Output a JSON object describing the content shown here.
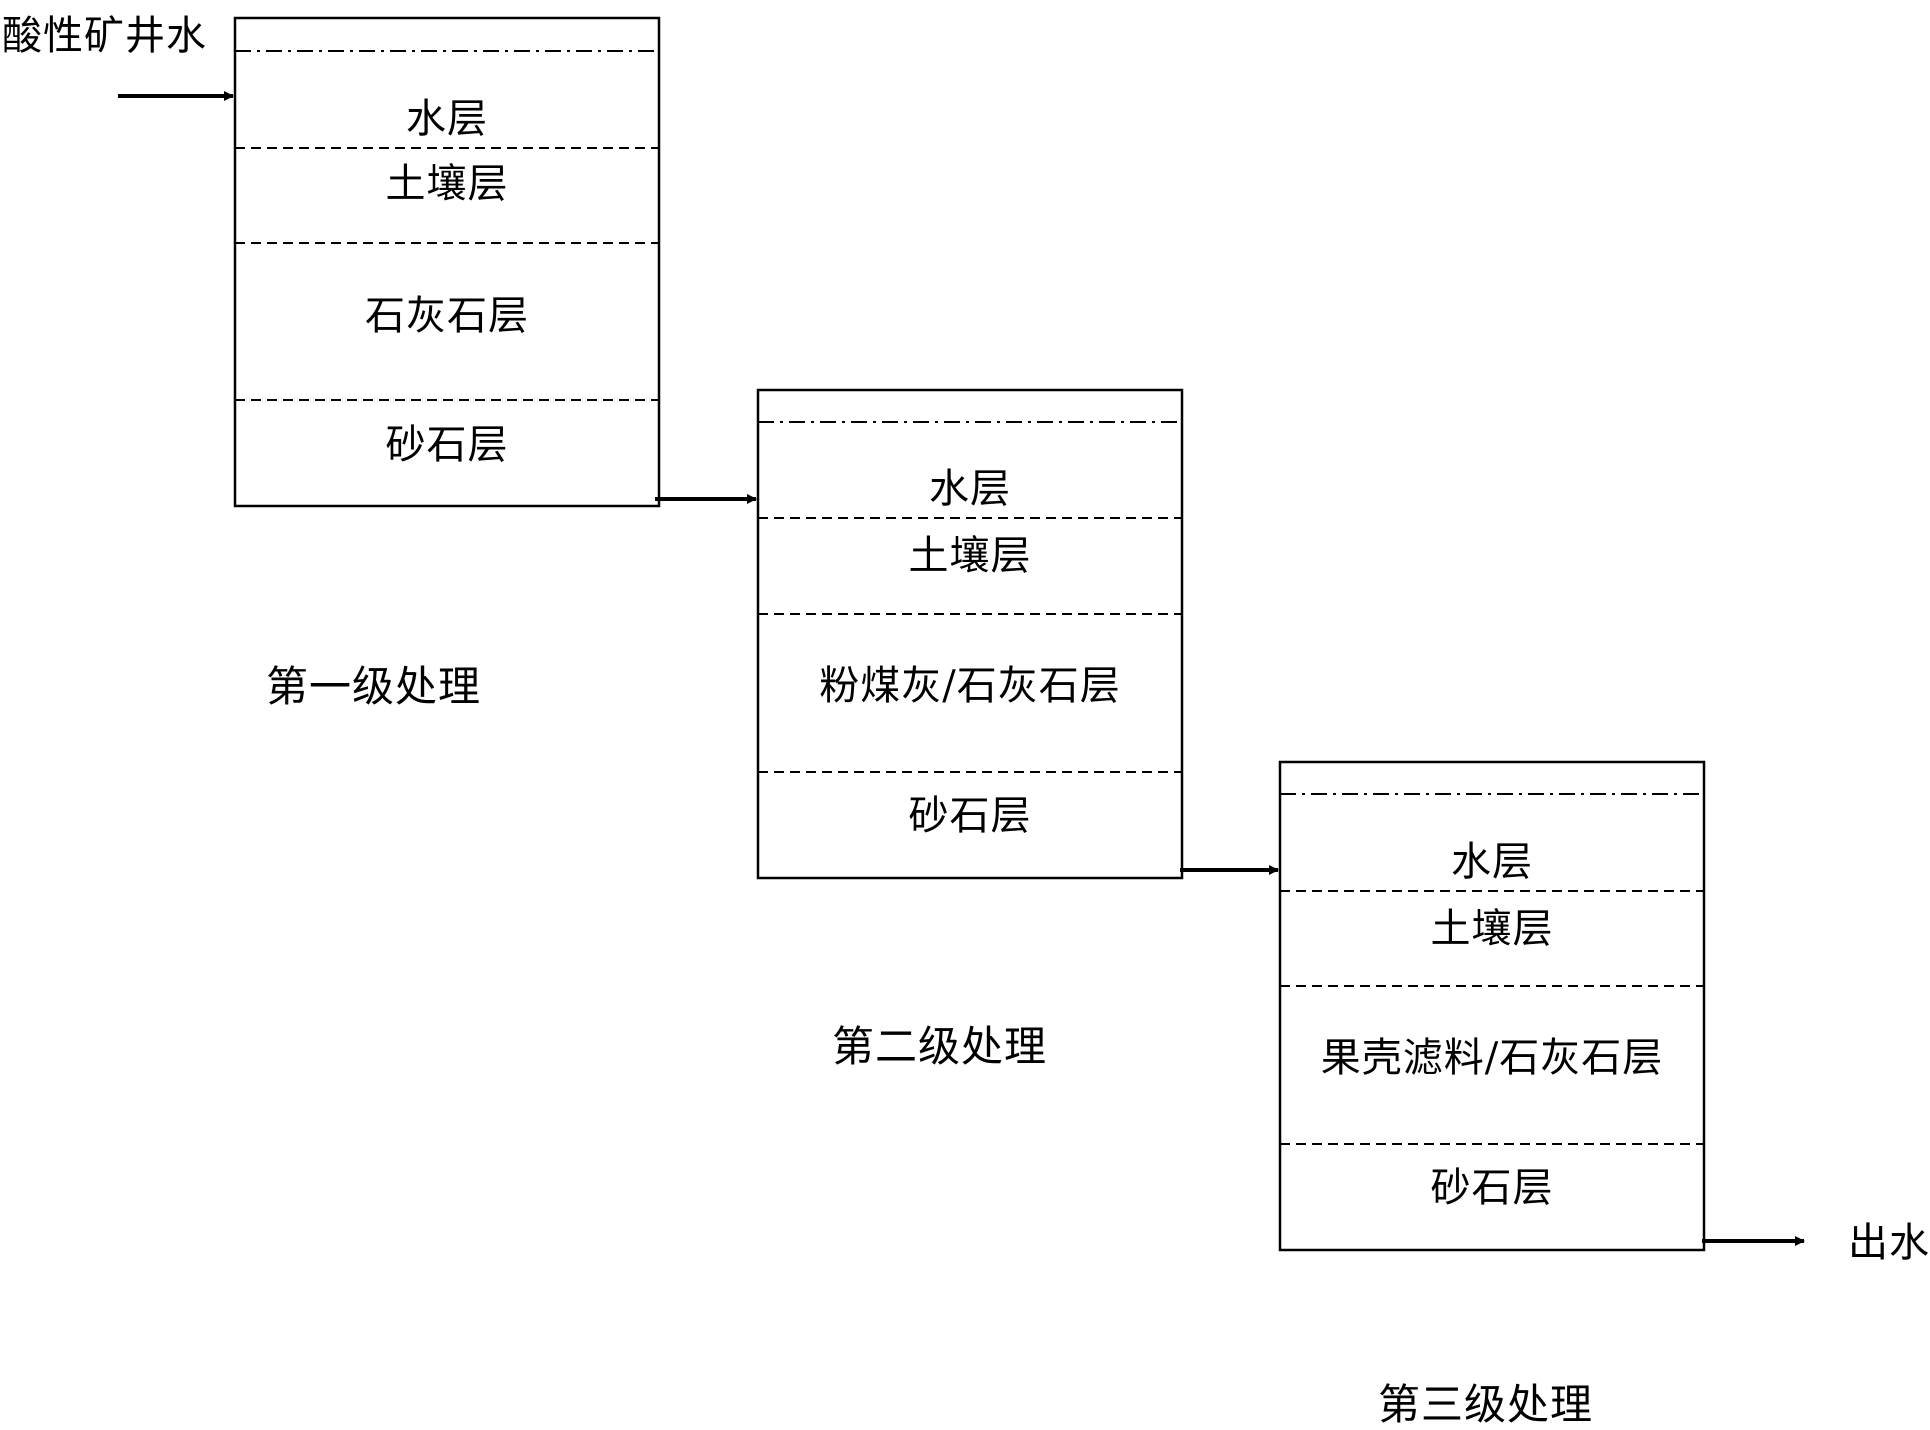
{
  "input_label": "酸性矿井水",
  "output_label": "出水",
  "stages": [
    {
      "title": "第一级处理",
      "layers": [
        "水层",
        "土壤层",
        "石灰石层",
        "砂石层"
      ]
    },
    {
      "title": "第二级处理",
      "layers": [
        "水层",
        "土壤层",
        "粉煤灰/石灰石层",
        "砂石层"
      ]
    },
    {
      "title": "第三级处理",
      "layers": [
        "水层",
        "土壤层",
        "果壳滤料/石灰石层",
        "砂石层"
      ]
    }
  ],
  "colors": {
    "line": "#000000",
    "background": "#ffffff"
  }
}
